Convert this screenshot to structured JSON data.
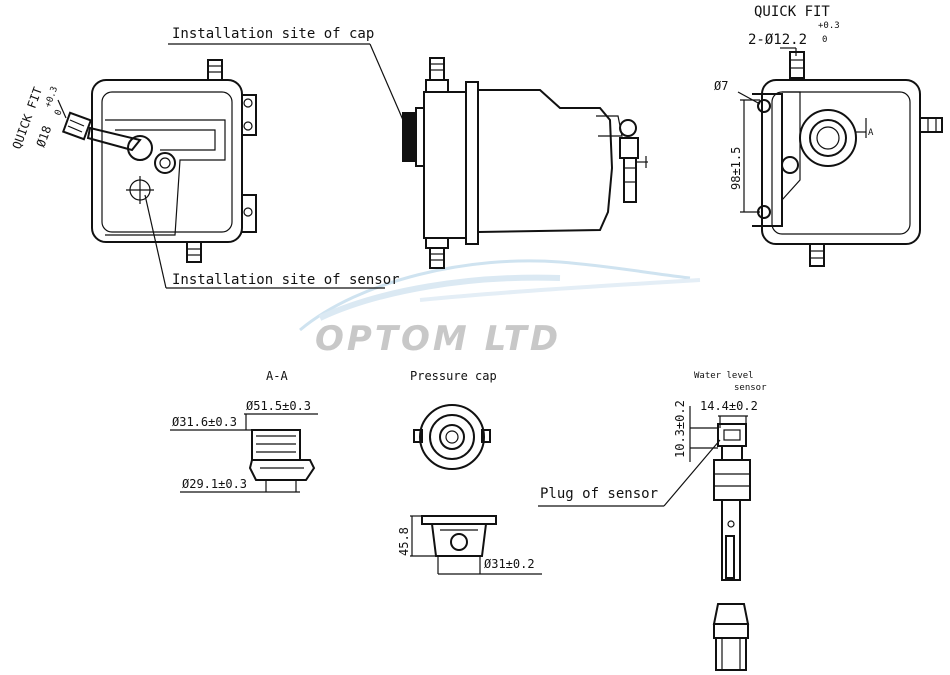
{
  "labels": {
    "installation_cap": "Installation site of cap",
    "installation_sensor": "Installation site of sensor",
    "quick_fit_left": "QUICK FIT",
    "quick_fit_right": "QUICK FIT",
    "section_aa": "A-A",
    "pressure_cap": "Pressure cap",
    "water_level_line1": "Water level",
    "water_level_line2": "sensor",
    "plug_of_sensor": "Plug of sensor",
    "section_marker": "A"
  },
  "dimensions": {
    "left_dia": "Ø18",
    "left_tol": "+0.3",
    "left_tol2": "0",
    "right_dia": "2-Ø12.2",
    "right_tol_top": "+0.3",
    "right_tol_bot": "0",
    "hole": "Ø7",
    "height_98": "98±1.5",
    "d515": "Ø51.5±0.3",
    "d316": "Ø31.6±0.3",
    "d291": "Ø29.1±0.3",
    "h458": "45.8",
    "d31": "Ø31±0.2",
    "w144": "14.4±0.2",
    "h103": "10.3±0.2"
  },
  "watermark": "OPTOM LTD"
}
